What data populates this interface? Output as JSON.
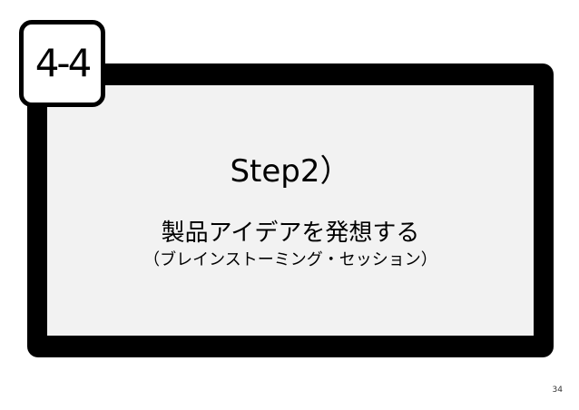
{
  "section": {
    "number": "4-4"
  },
  "content": {
    "step_title": "Step2）",
    "heading": "製品アイデアを発想する",
    "subheading": "（ブレインストーミング・セッション）"
  },
  "footer": {
    "page_number": "34"
  }
}
